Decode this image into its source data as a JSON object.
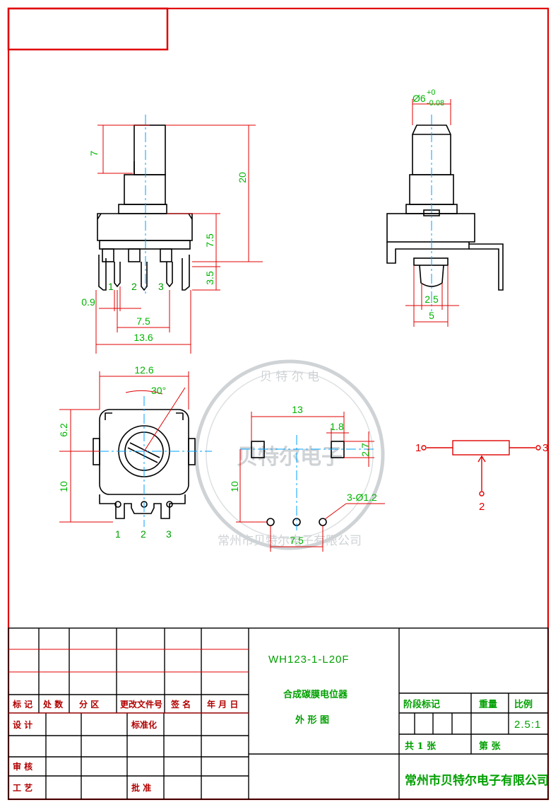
{
  "views": {
    "side": {
      "dimensions": {
        "d7": "7",
        "d20": "20",
        "d75": "7.5",
        "d35": "3.5",
        "d09": "0.9",
        "d75b": "7.5",
        "d136": "13.6"
      },
      "pins": [
        "1",
        "2",
        "3"
      ]
    },
    "end": {
      "diameter_main": "Ø6",
      "tol_upper": "+0",
      "tol_lower": "-0.08",
      "dimensions": {
        "d25": "2.5",
        "d5": "5"
      }
    },
    "front": {
      "dimensions": {
        "d126": "12.6",
        "angle": "30°",
        "d62": "6.2",
        "d10": "10"
      },
      "pins": [
        "1",
        "2",
        "3"
      ]
    },
    "footprint": {
      "dimensions": {
        "d13": "13",
        "d18": "1.8",
        "d27": "2.7",
        "d10": "10",
        "d75": "7.5",
        "holes": "3-Ø1.2"
      }
    },
    "schematic": {
      "pin1": "1",
      "pin2": "2",
      "pin3": "3"
    }
  },
  "title_block": {
    "model": "WH123-1-L20F",
    "product": "合成碳膜电位器",
    "drawing_type": "外 形 图",
    "headers": {
      "mark": "标 记",
      "count": "处 数",
      "zone": "分 区",
      "doc": "更改文件号",
      "sign": "签 名",
      "date": "年 月 日"
    },
    "roles": {
      "design": "设 计",
      "standard": "标准化",
      "check": "审 核",
      "process": "工 艺",
      "approve": "批 准"
    },
    "stage_mark": "阶段标记",
    "weight": "重量",
    "scale_label": "比例",
    "scale": "2.5:1",
    "sheets_total": "共 1 张",
    "sheet_no": "第 张",
    "company": "常州市贝特尔电子有限公司"
  },
  "stamp": {
    "center": "贝特尔电子",
    "ring_top": "贝 特 尔 电",
    "ring_bottom": "常州市贝特尔电子有限公司"
  },
  "colors": {
    "frame": "#e00000",
    "dimension": "#00b400",
    "centerline": "#00a0ff",
    "outline": "#000000"
  }
}
